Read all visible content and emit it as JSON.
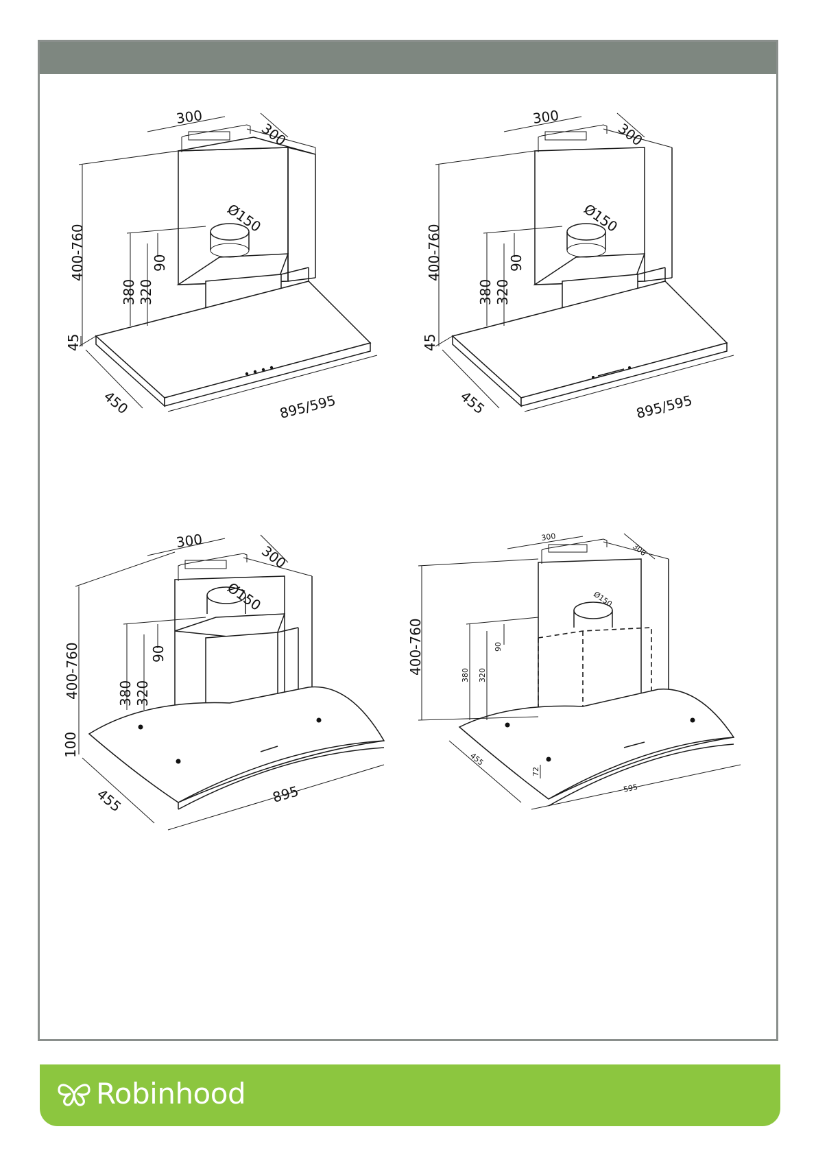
{
  "diagrams": [
    {
      "labels": {
        "duct_width": "300",
        "duct_depth": "300",
        "duct_diameter": "Ø150",
        "height_range": "400-760",
        "h380": "380",
        "h320": "320",
        "h90": "90",
        "hood_height": "45",
        "hood_depth": "450",
        "hood_width": "895/595"
      }
    },
    {
      "labels": {
        "duct_width": "300",
        "duct_depth": "300",
        "duct_diameter": "Ø150",
        "height_range": "400-760",
        "h380": "380",
        "h320": "320",
        "h90": "90",
        "hood_height": "45",
        "hood_depth": "455",
        "hood_width": "895/595"
      }
    },
    {
      "labels": {
        "duct_width": "300",
        "duct_depth": "300",
        "duct_diameter": "Ø150",
        "height_range": "400-760",
        "h380": "380",
        "h320": "320",
        "h90": "90",
        "hood_height": "100",
        "hood_depth": "455",
        "hood_width": "895"
      }
    },
    {
      "labels": {
        "duct_width": "300",
        "duct_depth": "300",
        "duct_diameter": "Ø150",
        "height_range": "400-760",
        "h380": "380",
        "h320": "320",
        "h90": "90",
        "hood_height": "72",
        "hood_depth": "455",
        "hood_width": "595"
      }
    }
  ],
  "footer": {
    "brand_name": "Robinhood",
    "logo_icon": "butterfly-icon",
    "color": "#8cc63f"
  },
  "colors": {
    "header_bar": "#7e8780",
    "frame_border": "#8a8f8c"
  }
}
